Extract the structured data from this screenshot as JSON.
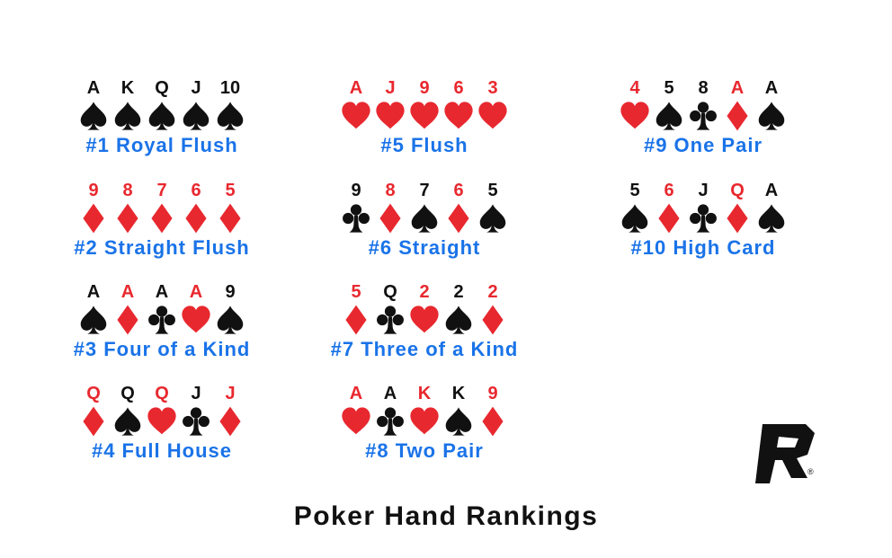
{
  "title": "Poker Hand Rankings",
  "colors": {
    "red": "#e8282f",
    "black": "#111111",
    "blue": "#1a73e8"
  },
  "hands": [
    {
      "name": "#1 Royal Flush",
      "cards": [
        {
          "rank": "A",
          "suit": "spade"
        },
        {
          "rank": "K",
          "suit": "spade"
        },
        {
          "rank": "Q",
          "suit": "spade"
        },
        {
          "rank": "J",
          "suit": "spade"
        },
        {
          "rank": "10",
          "suit": "spade"
        }
      ]
    },
    {
      "name": "#2 Straight Flush",
      "cards": [
        {
          "rank": "9",
          "suit": "diamond"
        },
        {
          "rank": "8",
          "suit": "diamond"
        },
        {
          "rank": "7",
          "suit": "diamond"
        },
        {
          "rank": "6",
          "suit": "diamond"
        },
        {
          "rank": "5",
          "suit": "diamond"
        }
      ]
    },
    {
      "name": "#3 Four of a Kind",
      "cards": [
        {
          "rank": "A",
          "suit": "spade"
        },
        {
          "rank": "A",
          "suit": "diamond"
        },
        {
          "rank": "A",
          "suit": "club"
        },
        {
          "rank": "A",
          "suit": "heart"
        },
        {
          "rank": "9",
          "suit": "spade"
        }
      ]
    },
    {
      "name": "#4 Full House",
      "cards": [
        {
          "rank": "Q",
          "suit": "diamond"
        },
        {
          "rank": "Q",
          "suit": "spade"
        },
        {
          "rank": "Q",
          "suit": "heart"
        },
        {
          "rank": "J",
          "suit": "club"
        },
        {
          "rank": "J",
          "suit": "diamond"
        }
      ]
    },
    {
      "name": "#5 Flush",
      "cards": [
        {
          "rank": "A",
          "suit": "heart"
        },
        {
          "rank": "J",
          "suit": "heart"
        },
        {
          "rank": "9",
          "suit": "heart"
        },
        {
          "rank": "6",
          "suit": "heart"
        },
        {
          "rank": "3",
          "suit": "heart"
        }
      ]
    },
    {
      "name": "#6 Straight",
      "cards": [
        {
          "rank": "9",
          "suit": "club"
        },
        {
          "rank": "8",
          "suit": "diamond"
        },
        {
          "rank": "7",
          "suit": "spade"
        },
        {
          "rank": "6",
          "suit": "diamond"
        },
        {
          "rank": "5",
          "suit": "spade"
        }
      ]
    },
    {
      "name": "#7 Three of a Kind",
      "cards": [
        {
          "rank": "5",
          "suit": "diamond"
        },
        {
          "rank": "Q",
          "suit": "club"
        },
        {
          "rank": "2",
          "suit": "heart"
        },
        {
          "rank": "2",
          "suit": "spade"
        },
        {
          "rank": "2",
          "suit": "diamond"
        }
      ]
    },
    {
      "name": "#8 Two Pair",
      "cards": [
        {
          "rank": "A",
          "suit": "heart"
        },
        {
          "rank": "A",
          "suit": "club"
        },
        {
          "rank": "K",
          "suit": "heart"
        },
        {
          "rank": "K",
          "suit": "spade"
        },
        {
          "rank": "9",
          "suit": "diamond"
        }
      ]
    },
    {
      "name": "#9 One Pair",
      "cards": [
        {
          "rank": "4",
          "suit": "heart"
        },
        {
          "rank": "5",
          "suit": "spade"
        },
        {
          "rank": "8",
          "suit": "club"
        },
        {
          "rank": "A",
          "suit": "diamond"
        },
        {
          "rank": "A",
          "suit": "spade"
        }
      ]
    },
    {
      "name": "#10 High Card",
      "cards": [
        {
          "rank": "5",
          "suit": "spade"
        },
        {
          "rank": "6",
          "suit": "diamond"
        },
        {
          "rank": "J",
          "suit": "club"
        },
        {
          "rank": "Q",
          "suit": "diamond"
        },
        {
          "rank": "A",
          "suit": "spade"
        }
      ]
    }
  ]
}
